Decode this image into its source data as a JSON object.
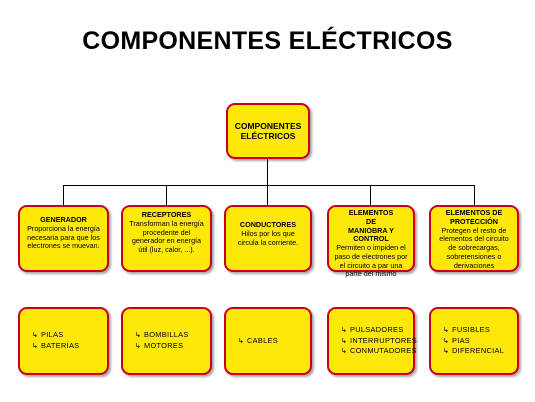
{
  "title": "COMPONENTES ELÉCTRICOS",
  "root": {
    "line1": "COMPONENTES",
    "line2": "ELÉCTRICOS"
  },
  "branches": [
    {
      "heading": "GENERADOR",
      "description": "Proporciona la energía necesaria para que los electrones se muevan.",
      "items": [
        "PILAS",
        "BATERÍAS"
      ]
    },
    {
      "heading": "RECEPTORES",
      "description": "Transforman la energía procedente del generador en energía útil (luz, calor, ...).",
      "items": [
        "BOMBILLAS",
        "MOTORES"
      ]
    },
    {
      "heading": "CONDUCTORES",
      "description": "Hilos por los que circula la corriente.",
      "items": [
        "CABLES"
      ]
    },
    {
      "heading": "ELEMENTOS DE MANIOBRA Y CONTROL",
      "description": "Permiten o impiden el paso de electrones por el circuito a par una parte del mismo",
      "items": [
        "PULSADORES",
        "INTERRUPTORES",
        "CONMUTADORES"
      ]
    },
    {
      "heading": "ELEMENTOS DE PROTECCIÓN",
      "description": "Protegen el resto de elementos del circuito de sobrecargas, sobretensiones o derivaciones",
      "items": [
        "FUSIBLES",
        "PIAS",
        "DIFERENCIAL"
      ]
    }
  ],
  "colors": {
    "box_fill": "#fde80a",
    "box_border": "#c8001e",
    "connector": "#000000"
  },
  "bullet_icon": "arrow-bullet-icon"
}
